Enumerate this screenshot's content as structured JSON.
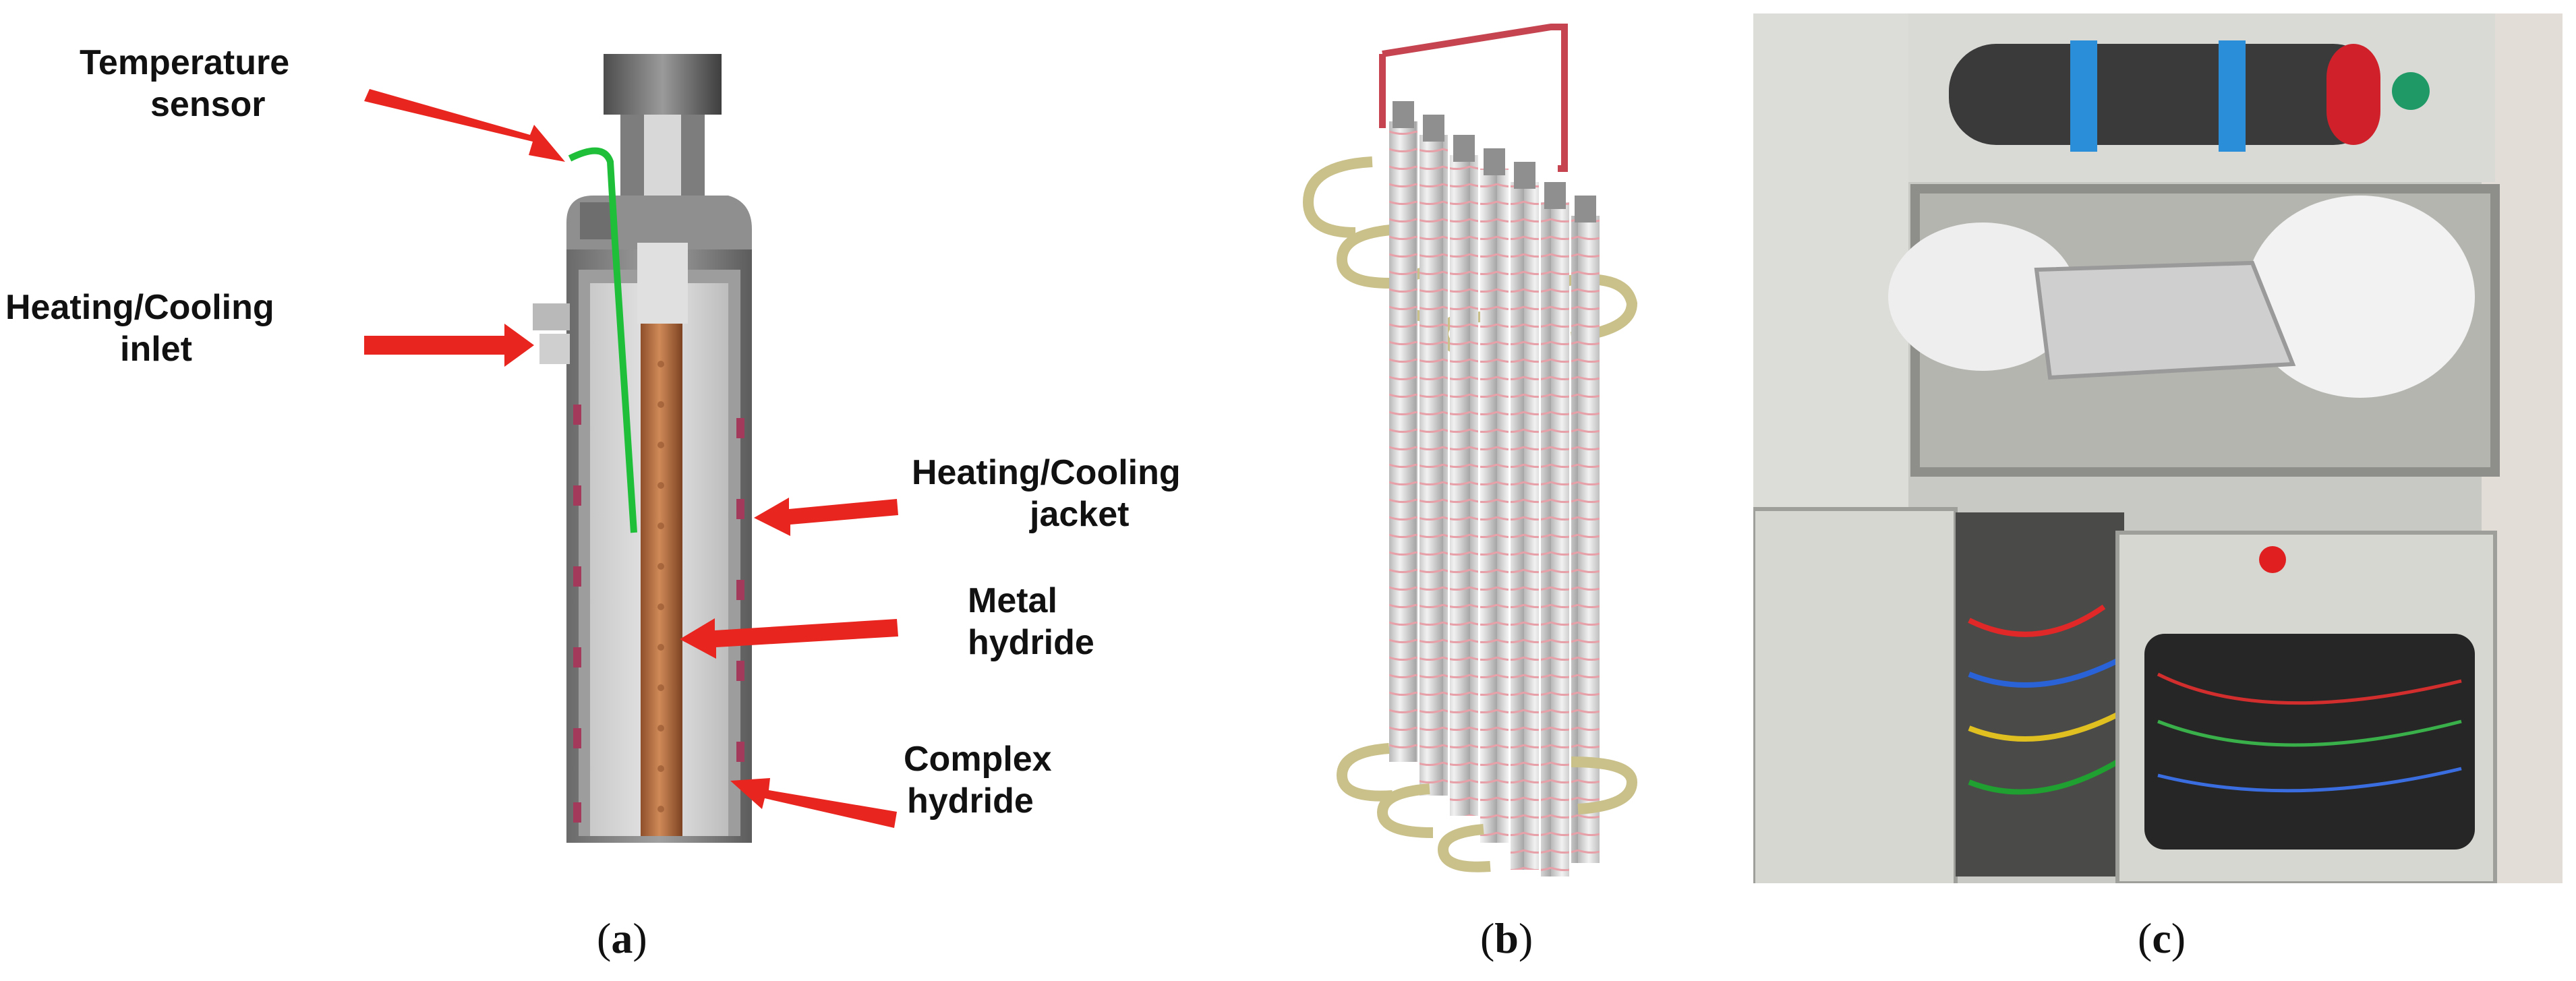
{
  "panels": [
    {
      "id": "a",
      "caption": {
        "open": "(",
        "letter": "a",
        "close": ")"
      },
      "labels": {
        "temperature_sensor": [
          "Temperature",
          "sensor"
        ],
        "heating_cooling_inlet": [
          "Heating/Cooling",
          "inlet"
        ],
        "heating_cooling_jacket": [
          "Heating/Cooling",
          "jacket"
        ],
        "metal_hydride": [
          "Metal",
          "hydride"
        ],
        "complex_hydride": [
          "Complex",
          "hydride"
        ]
      }
    },
    {
      "id": "b",
      "caption": {
        "open": "(",
        "letter": "b",
        "close": ")"
      }
    },
    {
      "id": "c",
      "caption": {
        "open": "(",
        "letter": "c",
        "close": ")"
      }
    }
  ],
  "colors": {
    "arrow": "#e8251f",
    "sensor": "#1fbf3a",
    "copper": "#b8703f",
    "steel": "#8a8a8a",
    "tube_pink": "#e7a0a8"
  }
}
